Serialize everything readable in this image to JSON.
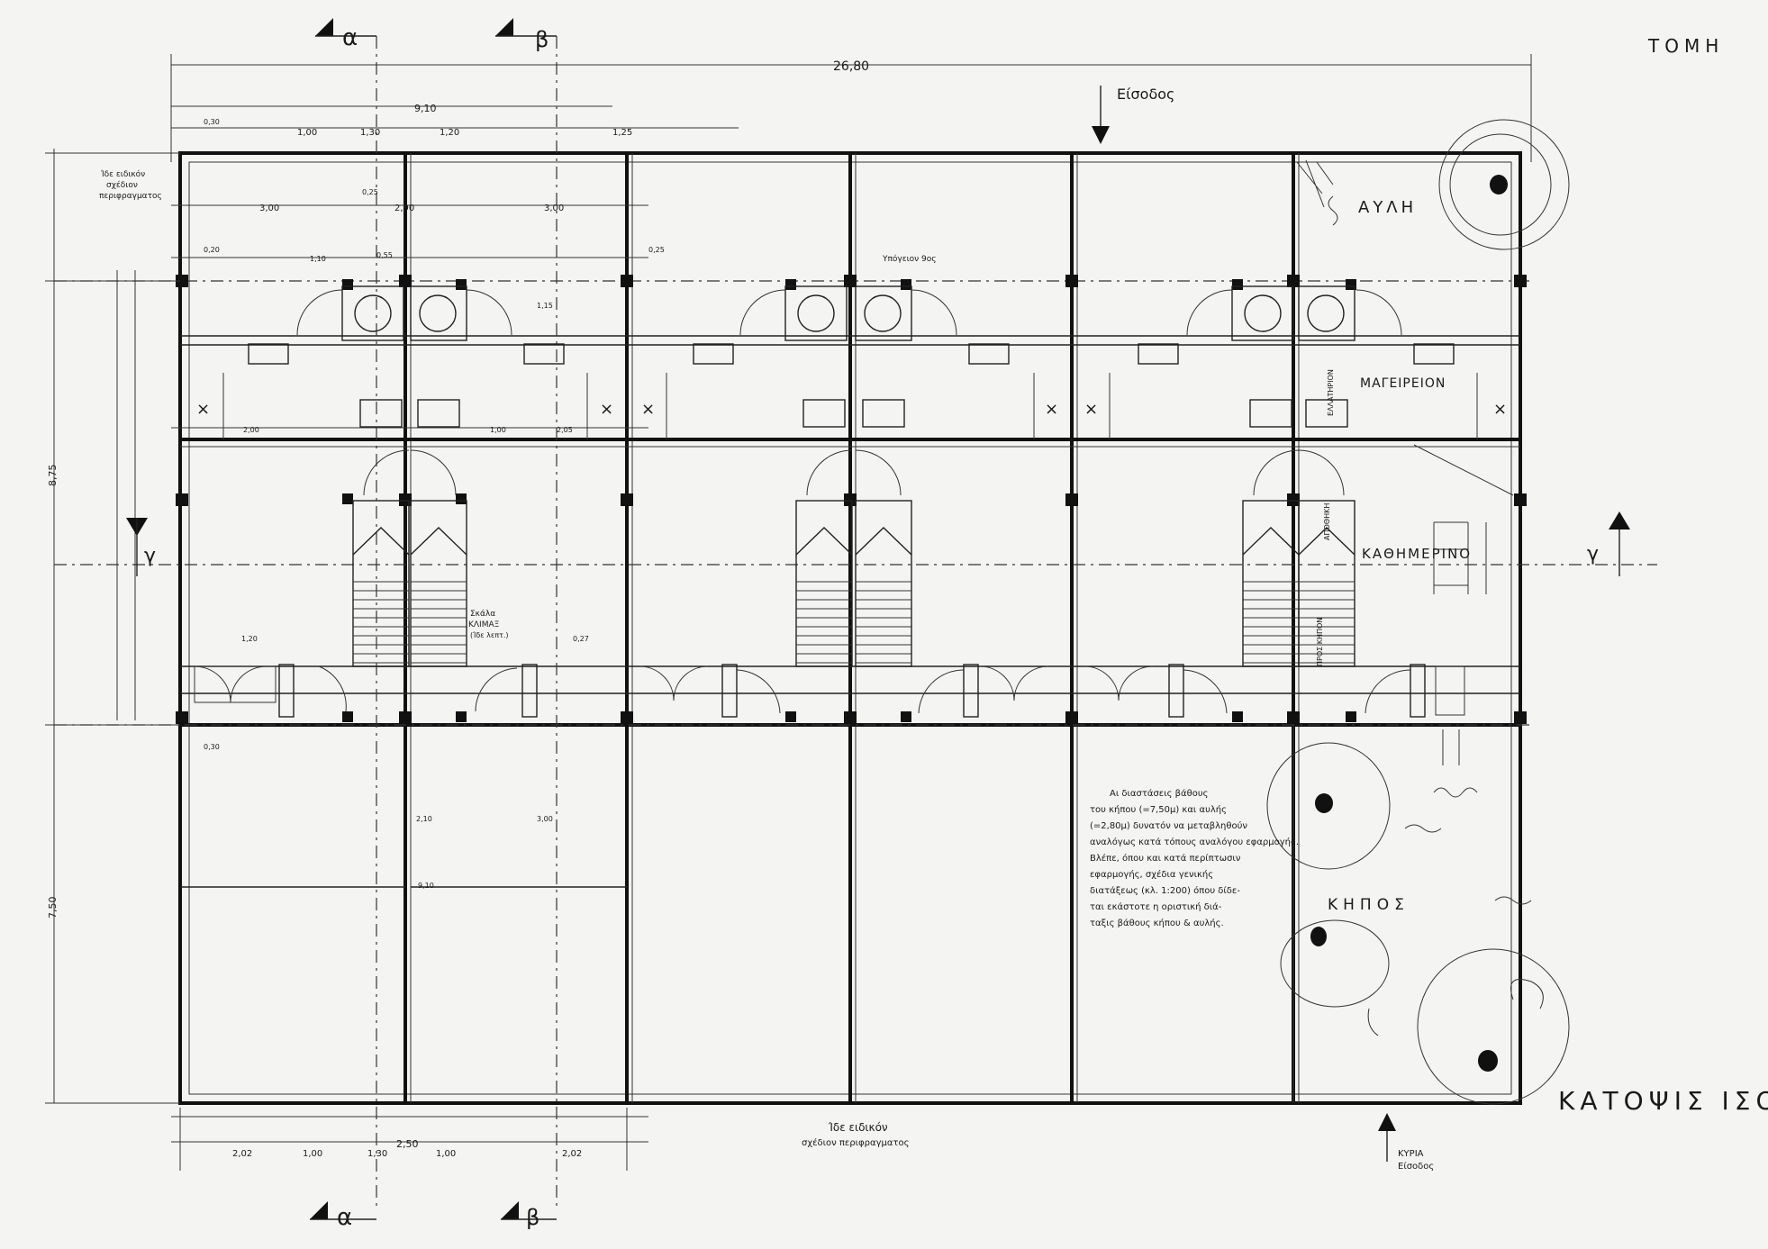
{
  "title": {
    "plan": "ΚΑΤΟΨΙΣ ΙΣΟΓΕΙΟΥ",
    "section": "ΤΟΜΗ"
  },
  "dimensions": {
    "overall_width": "26,80",
    "unit_width": "9,10",
    "left_height": "8,75",
    "garden_depth": "7,50",
    "bottom_unit": "2,50",
    "row_top": [
      "1,00",
      "1,30",
      "1,20",
      "1,25"
    ],
    "row_mid": [
      "3,00",
      "2,90",
      "3,00"
    ],
    "row_bottom": [
      "2,02",
      "1,00",
      "1,30",
      "1,00",
      "2,02"
    ],
    "small_values": [
      "0,30",
      "0,25",
      "0,20",
      "0,55",
      "1,10",
      "1,15",
      "1,00",
      "2,00",
      "2,05",
      "0,27",
      "0,30",
      "2,10",
      "3,00",
      "9,10",
      "1,20",
      "0,25"
    ]
  },
  "section_markers": {
    "alpha": "α",
    "beta": "β",
    "gamma": "γ"
  },
  "rooms": {
    "yard": "ΑΥΛΗ",
    "kitchen": "ΜΑΓΕΙΡΕΙΟΝ",
    "daily": "ΚΑΘΗΜΕΡΙΝΟ",
    "garden": "ΚΗΠΟΣ",
    "wc": "ΕΛΛΑΤΗΡΙΟΝ",
    "storage": "ΑΠΟΘΗΚΗ",
    "to_garden": "ΠΡΟΣ ΚΗΠΟΝ"
  },
  "annotations": {
    "entrance_top": "Είσοδος",
    "entrance_bottom_1": "ΚΥΡΙΑ",
    "entrance_bottom_2": "Είσοδος",
    "special_detail_1": "Ίδε ειδικόν",
    "special_detail_2": "σχέδιον περιφραγματος",
    "top_left_note_1": "Ίδε ειδικόν",
    "top_left_note_2": "σχέδιον",
    "top_left_note_3": "περιφραγματος",
    "stair_note_1": "Σκάλα",
    "stair_note_2": "ΚΛΙΜΑΞ",
    "stair_note_3": "(Ίδε λεπτ.)",
    "upper_floor_note": "Υπόγειον 9ος",
    "long_note": [
      "Αι διαστάσεις βάθους",
      "του κήπου (=7,50μ) και αυλής",
      "(=2,80μ) δυνατόν να μεταβληθούν",
      "αναλόγως κατά τόπους αναλόγου εφαρμογής.",
      "Βλέπε, όπου και κατά περίπτωσιν",
      "εφαρμογής, σχέδια γενικής",
      "διατάξεως (κλ. 1:200) όπου δίδε-",
      "ται εκάστοτε η οριστική διά-",
      "ταξις βάθους κήπου & αυλής."
    ]
  },
  "colors": {
    "paper": "#f4f4f2",
    "ink": "#1a1a1a"
  }
}
